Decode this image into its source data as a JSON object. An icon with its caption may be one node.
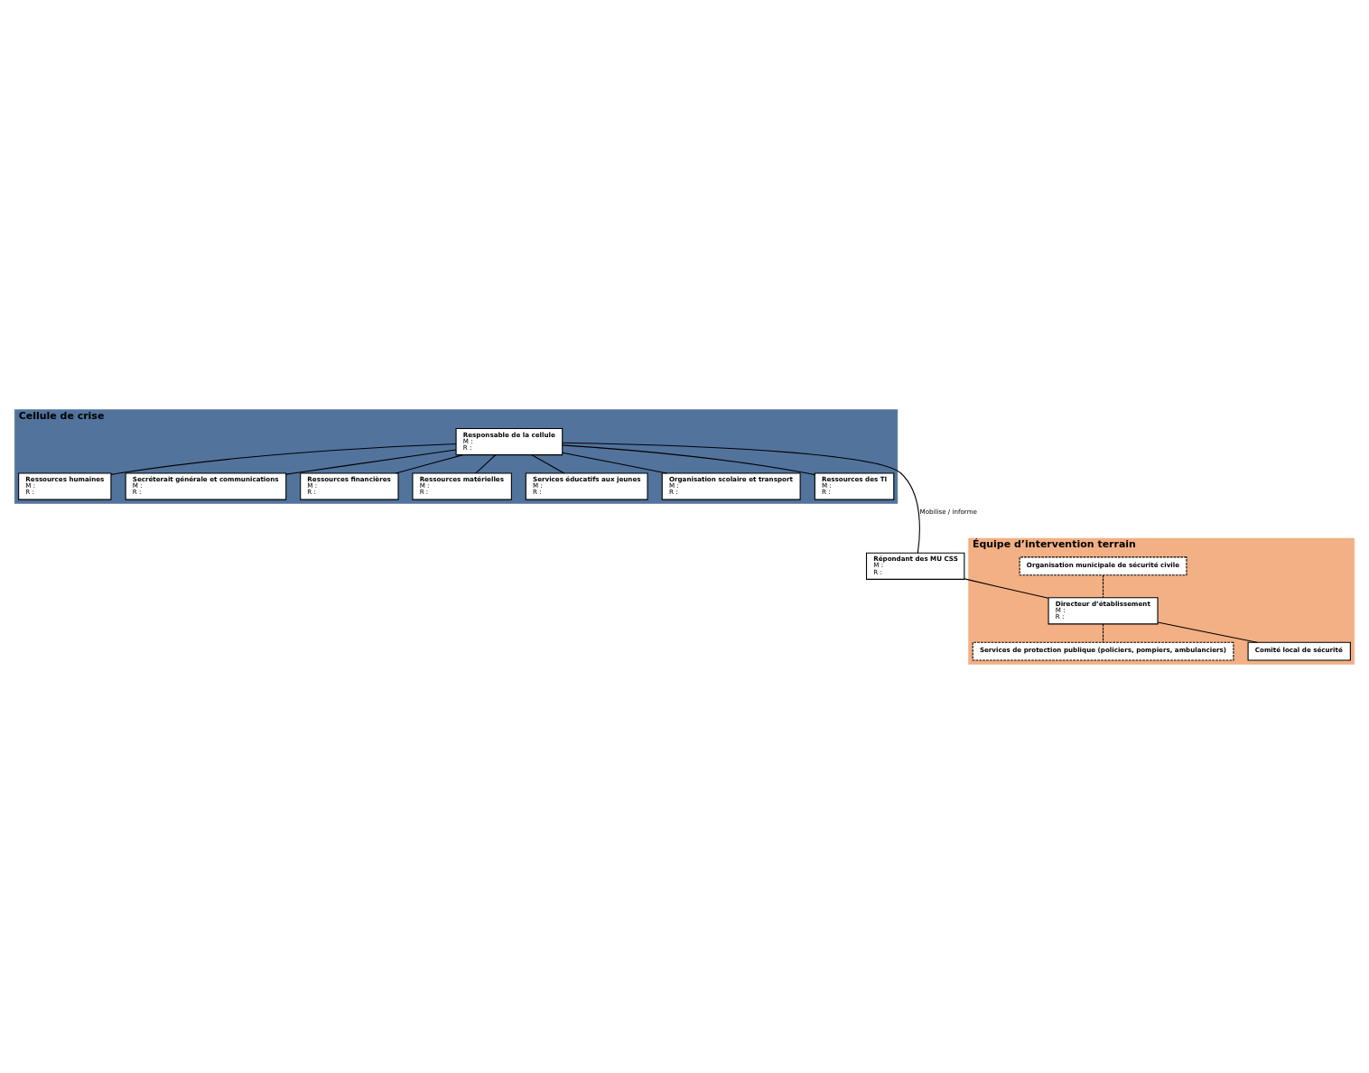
{
  "diagram": {
    "nodes": [
      {
        "text": [
          "Cellule de crise"
        ]
      },
      {
        "text": [
          "Responsable de la cellule",
          "M :",
          "R :"
        ],
        "in": 0
      },
      {
        "text": [
          "Ressources humaines",
          "M :",
          "R :"
        ],
        "in": 0
      },
      {
        "text": [
          "Secréterait générale et communications",
          "M :",
          "R :"
        ],
        "in": 0
      },
      {
        "text": [
          "Ressources financières",
          "M :",
          "R :"
        ],
        "in": 0
      },
      {
        "text": [
          "Ressources matérielles",
          "M :",
          "R :"
        ],
        "in": 0
      },
      {
        "text": [
          "Services éducatifs aux jeunes",
          "M :",
          "R :"
        ],
        "in": 0
      },
      {
        "text": [
          "Organisation scolaire et transport",
          "M :",
          "R :"
        ],
        "in": 0
      },
      {
        "text": [
          "Ressources des TI",
          "M :",
          "R :"
        ],
        "in": 0
      },
      {
        "text": [
          "Répondant des MU CSS",
          "M :",
          "R :"
        ]
      },
      {
        "text": [
          "Équipe d’intervention terrain"
        ]
      },
      {
        "text": [
          "Organisation municipale de sécurité civile"
        ],
        "in": 10
      },
      {
        "text": [
          "Directeur d’établissement",
          "M :",
          "R :"
        ],
        "in": 10
      },
      {
        "text": [
          "Services de protection publique (policiers, pompiers, ambulanciers)"
        ],
        "in": 10
      },
      {
        "text": [
          "Comité local de sécurité"
        ],
        "in": 10
      }
    ],
    "edges": [
      {
        "from": 1,
        "to": 2,
        "arrow": "none"
      },
      {
        "from": 1,
        "to": 3,
        "arrow": "none"
      },
      {
        "from": 1,
        "to": 4,
        "arrow": "none"
      },
      {
        "from": 1,
        "to": 5,
        "arrow": "none"
      },
      {
        "from": 1,
        "to": 6,
        "arrow": "none"
      },
      {
        "from": 1,
        "to": 7,
        "arrow": "none"
      },
      {
        "from": 1,
        "to": 8,
        "arrow": "none"
      },
      {
        "from": 1,
        "to": 9,
        "arrow": "none",
        "label": "Mobilise / informe"
      },
      {
        "from": 9,
        "to": 12,
        "arrow": "none"
      },
      {
        "from": 11,
        "to": 12,
        "arrow": "none",
        "style": "dashed"
      },
      {
        "from": 12,
        "to": 13,
        "arrow": "none",
        "style": "dashed"
      },
      {
        "from": 12,
        "to": 14,
        "arrow": "none"
      }
    ]
  }
}
